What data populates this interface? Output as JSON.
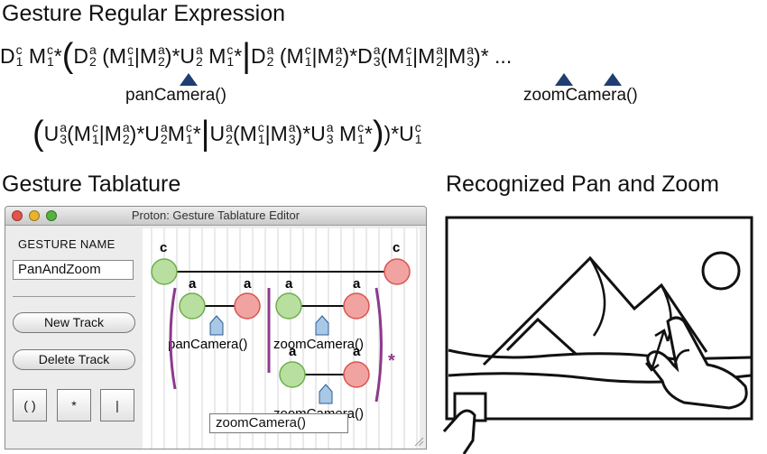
{
  "headings": {
    "regex": "Gesture Regular Expression",
    "tablature": "Gesture Tablature",
    "recognized": "Recognized Pan and Zoom"
  },
  "regex": {
    "line1_parts": [
      {
        "t": "D",
        "sup": "c",
        "sub": "1"
      },
      {
        "t": " "
      },
      {
        "t": "M",
        "sup": "c",
        "sub": "1"
      },
      {
        "t": "*"
      },
      {
        "t": "(",
        "big": true
      },
      {
        "t": "D",
        "sup": "a",
        "sub": "2"
      },
      {
        "t": " ("
      },
      {
        "t": "M",
        "sup": "c",
        "sub": "1"
      },
      {
        "t": "|"
      },
      {
        "t": "M",
        "sup": "a",
        "sub": "2"
      },
      {
        "t": ")*"
      },
      {
        "t": "U",
        "sup": "a",
        "sub": "2"
      },
      {
        "t": " "
      },
      {
        "t": "M",
        "sup": "c",
        "sub": "1"
      },
      {
        "t": "*"
      },
      {
        "t": "|",
        "big": true
      },
      {
        "t": "D",
        "sup": "a",
        "sub": "2"
      },
      {
        "t": " ("
      },
      {
        "t": "M",
        "sup": "c",
        "sub": "1"
      },
      {
        "t": "|"
      },
      {
        "t": "M",
        "sup": "a",
        "sub": "2"
      },
      {
        "t": ")*"
      },
      {
        "t": "D",
        "sup": "a",
        "sub": "3"
      },
      {
        "t": "("
      },
      {
        "t": "M",
        "sup": "c",
        "sub": "1"
      },
      {
        "t": "|"
      },
      {
        "t": "M",
        "sup": "a",
        "sub": "2"
      },
      {
        "t": "|"
      },
      {
        "t": "M",
        "sup": "a",
        "sub": "3"
      },
      {
        "t": ")*"
      },
      {
        "t": " ..."
      }
    ],
    "line2_parts": [
      {
        "t": "(",
        "big": true
      },
      {
        "t": "U",
        "sup": "a",
        "sub": "3"
      },
      {
        "t": "("
      },
      {
        "t": "M",
        "sup": "c",
        "sub": "1"
      },
      {
        "t": "|"
      },
      {
        "t": "M",
        "sup": "a",
        "sub": "2"
      },
      {
        "t": ")*"
      },
      {
        "t": "U",
        "sup": "a",
        "sub": "2"
      },
      {
        "t": "M",
        "sup": "c",
        "sub": "1"
      },
      {
        "t": "*"
      },
      {
        "t": "|",
        "big": true
      },
      {
        "t": "U",
        "sup": "a",
        "sub": "2"
      },
      {
        "t": "("
      },
      {
        "t": "M",
        "sup": "c",
        "sub": "1"
      },
      {
        "t": "|"
      },
      {
        "t": "M",
        "sup": "a",
        "sub": "3"
      },
      {
        "t": ")*"
      },
      {
        "t": "U",
        "sup": "a",
        "sub": "3"
      },
      {
        "t": " "
      },
      {
        "t": "M",
        "sup": "c",
        "sub": "1"
      },
      {
        "t": "*"
      },
      {
        "t": ")",
        "big": true
      },
      {
        "t": ")*"
      },
      {
        "t": "U",
        "sup": "c",
        "sub": "1"
      }
    ],
    "pan_label": "panCamera()",
    "zoom_label": "zoomCamera()"
  },
  "window": {
    "title": "Proton: Gesture Tablature Editor",
    "gesture_name_label": "GESTURE NAME",
    "gesture_name_value": "PanAndZoom",
    "new_track": "New Track",
    "delete_track": "Delete Track",
    "group_button": "( )",
    "star_button": "*",
    "pipe_button": "|",
    "function_field": "zoomCamera()"
  },
  "tablature": {
    "track_c": "c",
    "track_a": "a",
    "pan_label": "panCamera()",
    "zoom_label": "zoomCamera()",
    "star": "*"
  },
  "colors": {
    "green_node": "#b9dfa0",
    "green_stroke": "#6cae4b",
    "red_node": "#f0a3a0",
    "red_stroke": "#d9534f",
    "bracket_purple": "#8c3a8c",
    "arrow_blue": "#1f3e72",
    "pin_blue": "#a9c8e6",
    "traffic_close": "#e5534b",
    "traffic_min": "#e9b42c",
    "traffic_max": "#53b33e"
  },
  "icons": [
    "pan-marker-icon",
    "zoom-marker-icon",
    "resize-grip-icon",
    "sun-icon",
    "hand-icon",
    "finger-icon"
  ]
}
